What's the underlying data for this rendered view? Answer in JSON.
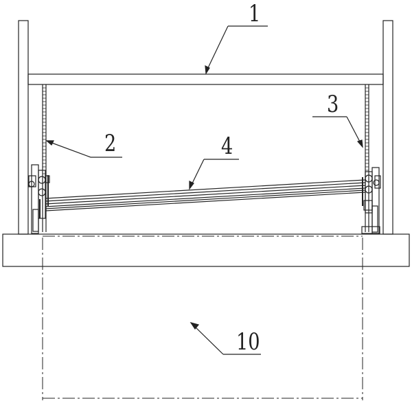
{
  "callouts": {
    "c1": "1",
    "c2": "2",
    "c3": "3",
    "c4": "4",
    "c10": "10"
  },
  "colors": {
    "line": "#222222",
    "background": "#ffffff"
  }
}
